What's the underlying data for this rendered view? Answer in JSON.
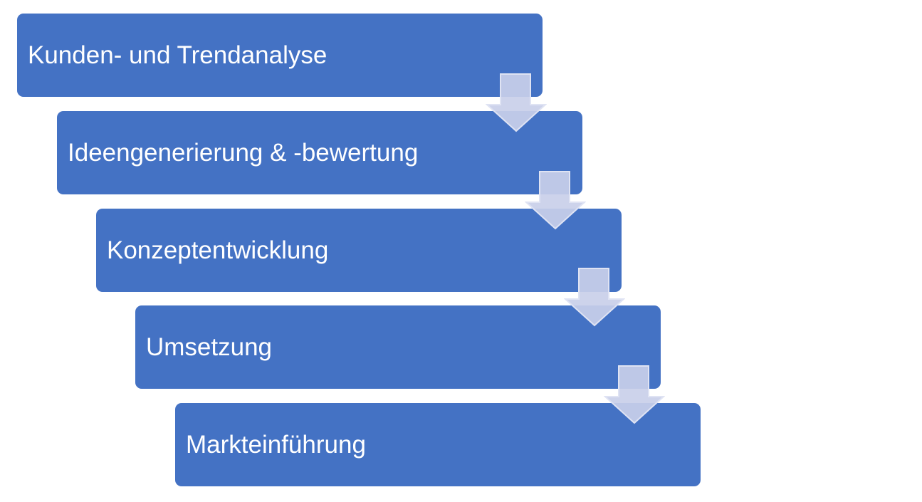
{
  "colors": {
    "step_fill": "#4472c4",
    "step_text": "#ffffff",
    "arrow_fill": "#c9cfe9",
    "arrow_stroke": "#dfe3f3"
  },
  "steps": [
    {
      "label": "Kunden- und Trendanalyse"
    },
    {
      "label": "Ideengenerierung & -bewertung"
    },
    {
      "label": "Konzeptentwicklung"
    },
    {
      "label": "Umsetzung"
    },
    {
      "label": "Markteinführung"
    }
  ],
  "connectors": [
    {
      "icon": "down-arrow-icon"
    },
    {
      "icon": "down-arrow-icon"
    },
    {
      "icon": "down-arrow-icon"
    },
    {
      "icon": "down-arrow-icon"
    }
  ]
}
